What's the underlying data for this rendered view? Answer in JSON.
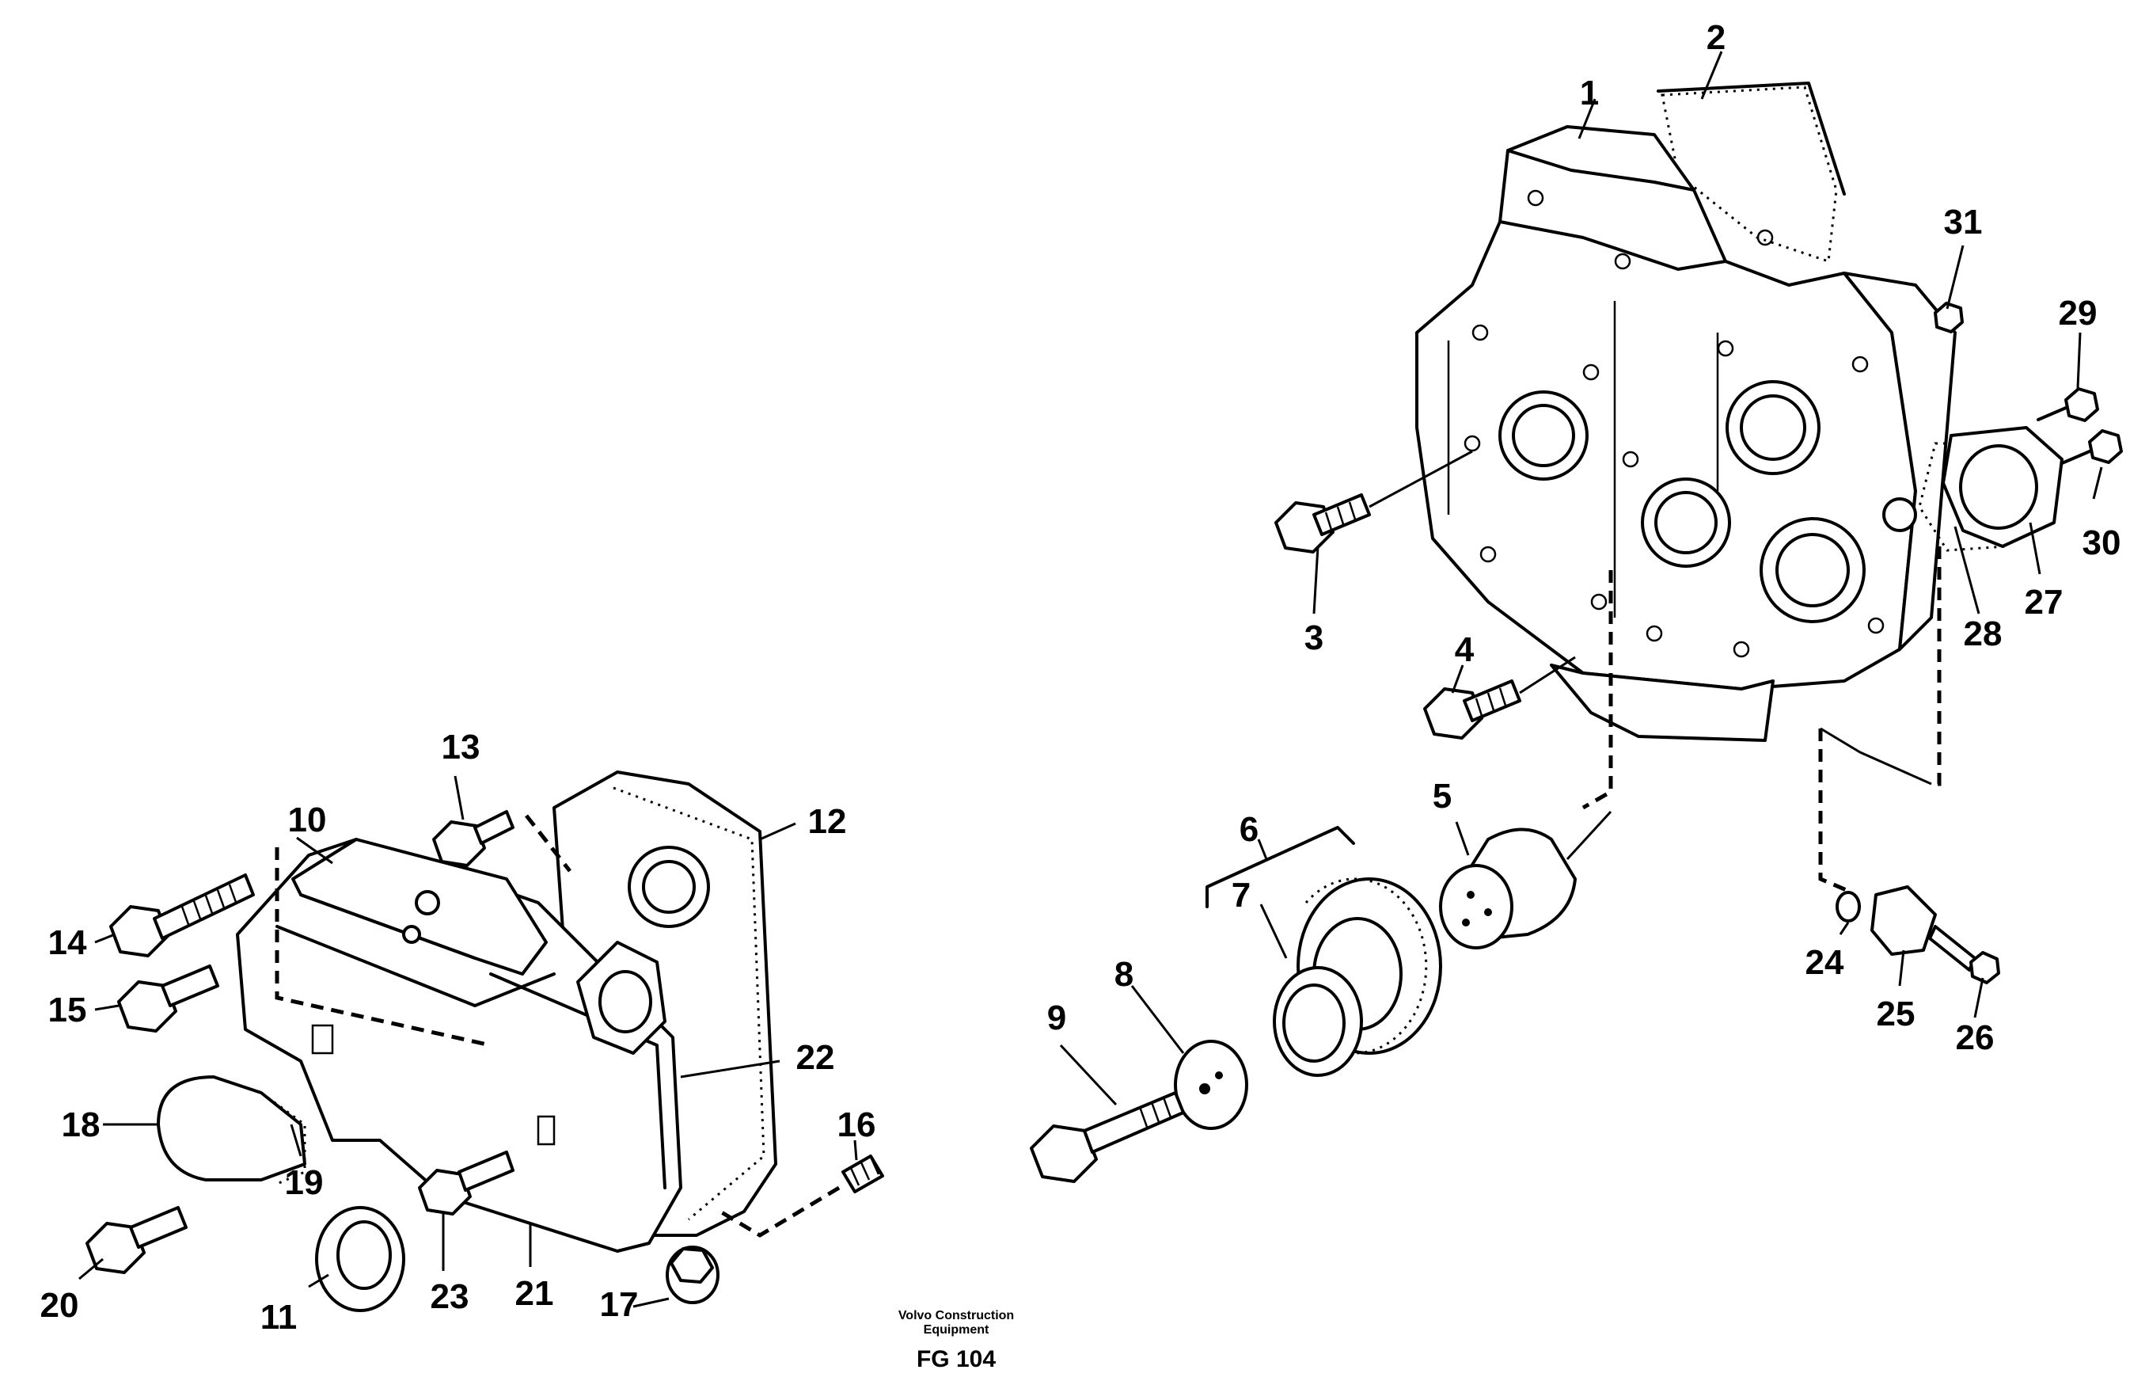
{
  "diagram": {
    "caption_line1": "Volvo Construction",
    "caption_line2": "Equipment",
    "figure_code": "FG 104",
    "callouts": [
      "1",
      "2",
      "3",
      "4",
      "5",
      "6",
      "7",
      "8",
      "9",
      "10",
      "11",
      "12",
      "13",
      "14",
      "15",
      "16",
      "17",
      "18",
      "19",
      "20",
      "21",
      "22",
      "23",
      "24",
      "25",
      "26",
      "27",
      "28",
      "29",
      "30",
      "31"
    ]
  }
}
